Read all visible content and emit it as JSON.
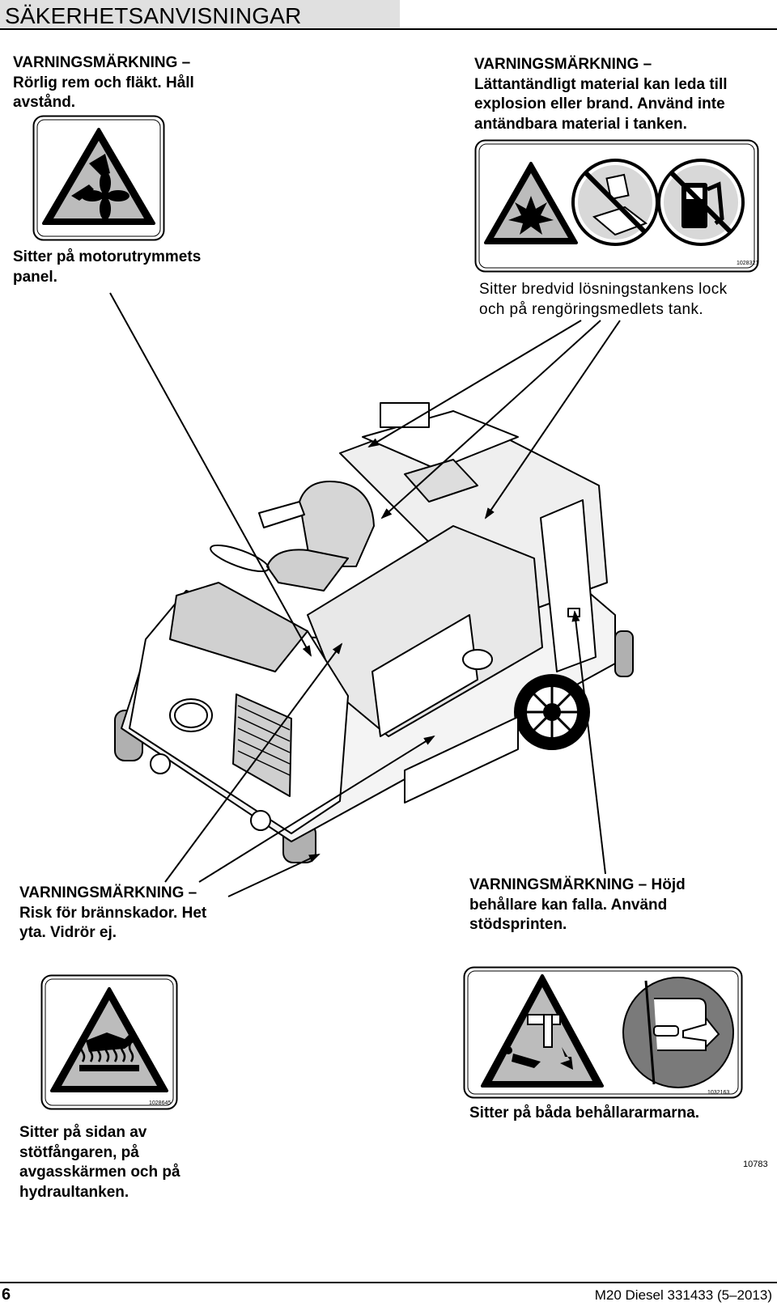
{
  "header": {
    "title": "SÄKERHETSANVISNINGAR"
  },
  "labels": {
    "fan": {
      "warning": [
        "VARNINGSMÄRKNING –",
        "Rörlig rem och fläkt. Håll",
        "avstånd."
      ],
      "location": [
        "Sitter på motorutrymmets",
        "panel."
      ]
    },
    "flammable": {
      "warning": [
        "VARNINGSMÄRKNING –",
        "Lättantändligt material kan leda till",
        "explosion eller brand. Använd inte",
        "antändbara material i tanken."
      ],
      "location": [
        "Sitter bredvid lösningstankens lock",
        "och på rengöringsmedlets tank."
      ],
      "decal_code": "1028321"
    },
    "burn": {
      "warning": [
        "VARNINGSMÄRKNING –",
        "Risk för brännskador. Het",
        "yta. Vidrör ej."
      ],
      "location": [
        "Sitter på sidan av",
        "stötfångaren, på",
        "avgasskärmen och på",
        "hydraultanken."
      ],
      "decal_code": "1028645"
    },
    "hopper": {
      "warning": [
        "VARNINGSMÄRKNING – Höjd",
        "behållare kan falla. Använd",
        "stödsprinten."
      ],
      "location": [
        "Sitter på båda behållararmarna."
      ],
      "decal_code": "1032163"
    }
  },
  "figure_number": "10783",
  "footer": {
    "page_number": "6",
    "document": "M20 Diesel 331433 (5–2013)"
  }
}
